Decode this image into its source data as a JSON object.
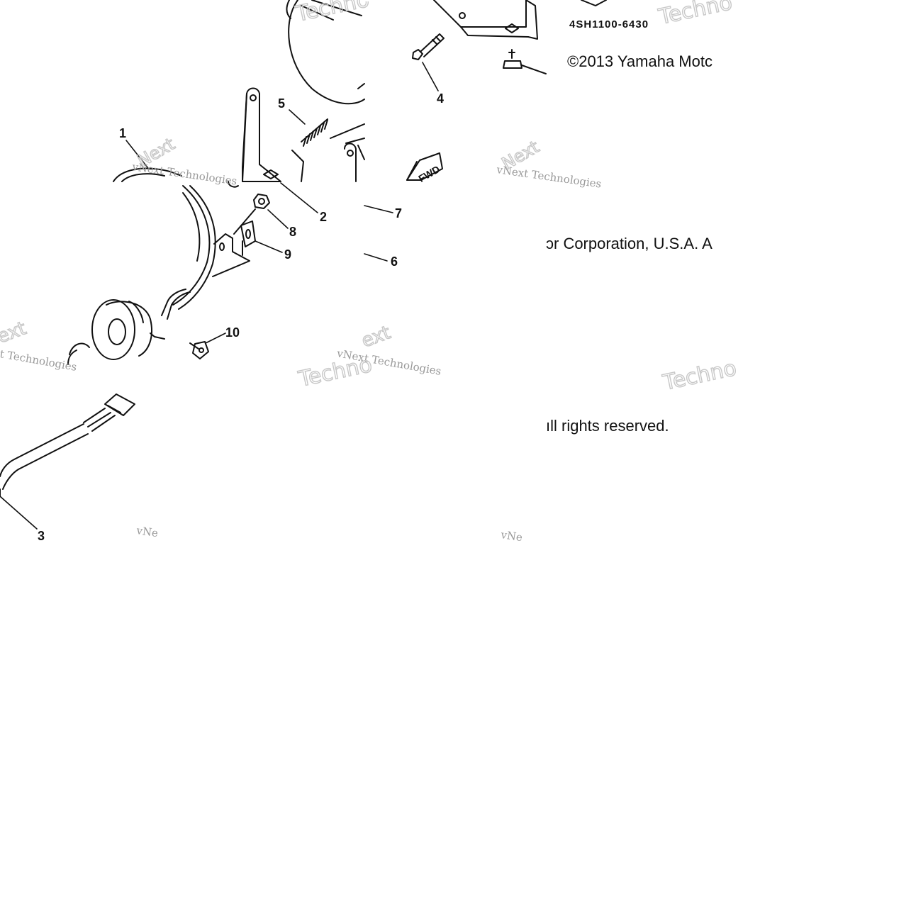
{
  "diagram": {
    "part_code": "4SH1100-6430",
    "fwd_label": "FWD",
    "callouts": [
      "1",
      "2",
      "3",
      "4",
      "5",
      "6",
      "7",
      "8",
      "9",
      "10"
    ]
  },
  "copyright": {
    "line1": "©2013 Yamaha Motc",
    "line2": "ɔr Corporation, U.S.A. A",
    "line3": "ıll rights reserved."
  },
  "watermarks": {
    "company": "vNext Technologies",
    "partial_tech": "Techno",
    "short": "vNe",
    "next": "Next",
    "ext": "ext"
  },
  "colors": {
    "ink": "#111111",
    "watermark": "#bbbbbb",
    "background": "#ffffff"
  }
}
